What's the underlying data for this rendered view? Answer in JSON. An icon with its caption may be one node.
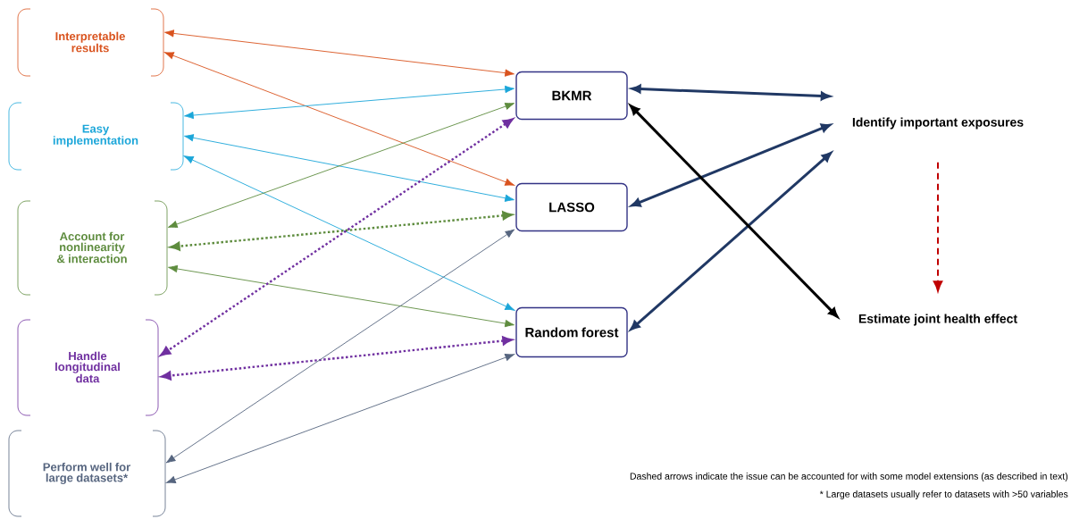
{
  "diagram": {
    "nodes": [
      {
        "text": [
          "Interpretable results"
        ]
      },
      {
        "text": [
          "Easy implementation"
        ]
      },
      {
        "text": [
          "Account for nonlinearity & interaction"
        ]
      },
      {
        "text": [
          "Handle longitudinal data"
        ]
      },
      {
        "text": [
          "Perform well for large datasets*"
        ]
      },
      {
        "text": [
          "BKMR"
        ]
      },
      {
        "text": [
          "LASSO"
        ]
      },
      {
        "text": [
          "Random forest"
        ]
      },
      {
        "text": [
          "Identify important exposures"
        ]
      },
      {
        "text": [
          "Estimate joint health effect"
        ]
      }
    ],
    "edges": [
      {
        "from": 5,
        "to": 0,
        "arrow": "both",
        "color": "#d9531e"
      },
      {
        "from": 6,
        "to": 0,
        "arrow": "both",
        "color": "#d9531e"
      },
      {
        "from": 5,
        "to": 1,
        "arrow": "both",
        "color": "#1ba6d9"
      },
      {
        "from": 6,
        "to": 1,
        "arrow": "both",
        "color": "#1ba6d9"
      },
      {
        "from": 7,
        "to": 1,
        "arrow": "both",
        "color": "#1ba6d9"
      },
      {
        "from": 5,
        "to": 2,
        "arrow": "both",
        "color": "#5e8c3e"
      },
      {
        "from": 6,
        "to": 2,
        "arrow": "both",
        "style": "dashed",
        "color": "#5e8c3e"
      },
      {
        "from": 7,
        "to": 2,
        "arrow": "both",
        "color": "#5e8c3e"
      },
      {
        "from": 5,
        "to": 3,
        "arrow": "both",
        "style": "dashed",
        "color": "#7030a0"
      },
      {
        "from": 7,
        "to": 3,
        "arrow": "both",
        "style": "dashed",
        "color": "#7030a0"
      },
      {
        "from": 6,
        "to": 4,
        "arrow": "both",
        "color": "#56657f"
      },
      {
        "from": 7,
        "to": 4,
        "arrow": "both",
        "color": "#56657f"
      },
      {
        "from": 8,
        "to": 5,
        "arrow": "both",
        "style": "thick",
        "color": "#203864"
      },
      {
        "from": 8,
        "to": 6,
        "arrow": "both",
        "style": "thick",
        "color": "#203864"
      },
      {
        "from": 8,
        "to": 7,
        "arrow": "both",
        "style": "thick",
        "color": "#203864"
      },
      {
        "from": 9,
        "to": 5,
        "arrow": "both",
        "style": "thick",
        "color": "#000000"
      },
      {
        "from": 8,
        "to": 9,
        "arrow": "to",
        "style": "dashed",
        "color": "#c00000"
      }
    ],
    "labels": [
      "Dashed arrows indicate the issue can be accounted for with some model extensions (as described in text)",
      "* Large datasets usually refer to datasets with >50 variables"
    ]
  }
}
